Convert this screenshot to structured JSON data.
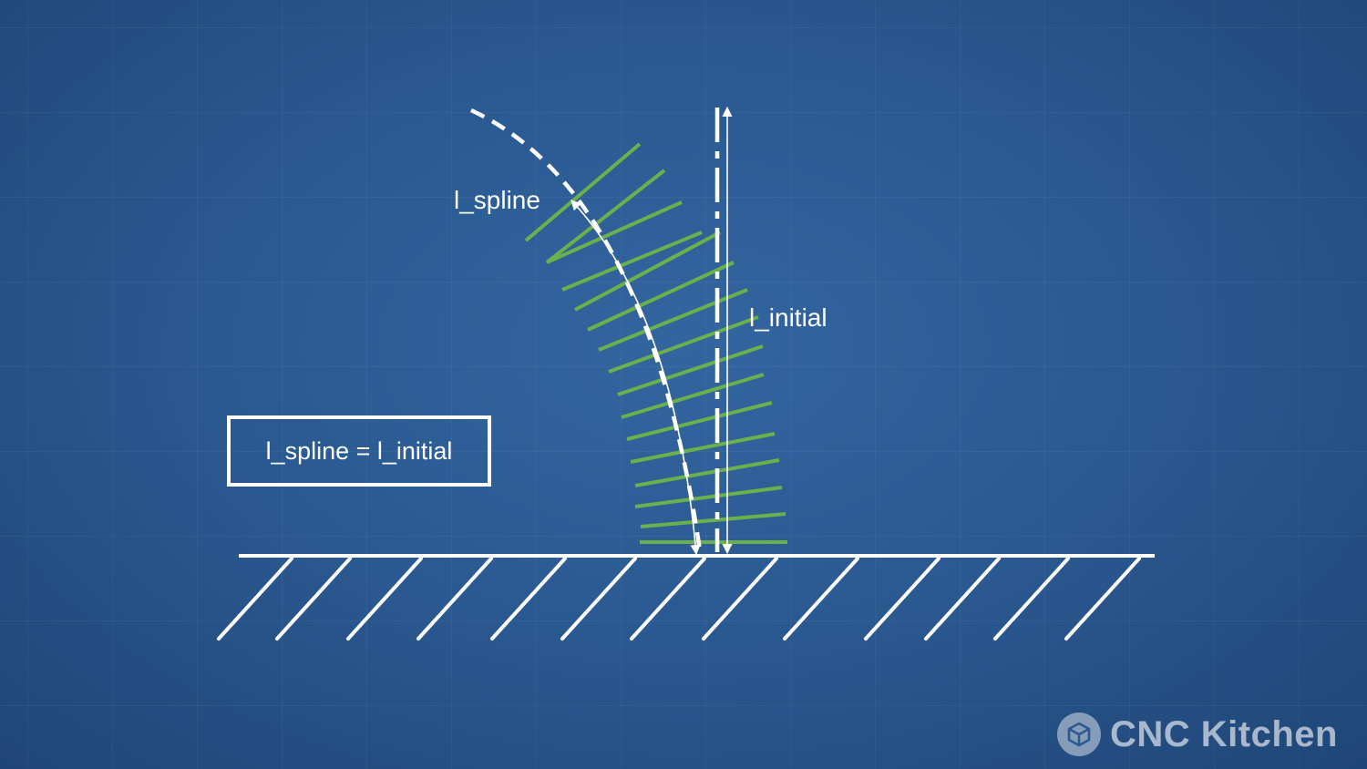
{
  "labels": {
    "spline": "l_spline",
    "initial": "l_initial"
  },
  "equation": "l_spline = l_initial",
  "logo": {
    "text": "CNC Kitchen",
    "icon": "cube-icon"
  },
  "colors": {
    "background": "#2b5a92",
    "lines": "#ffffff",
    "layers": "#6ab04c"
  }
}
